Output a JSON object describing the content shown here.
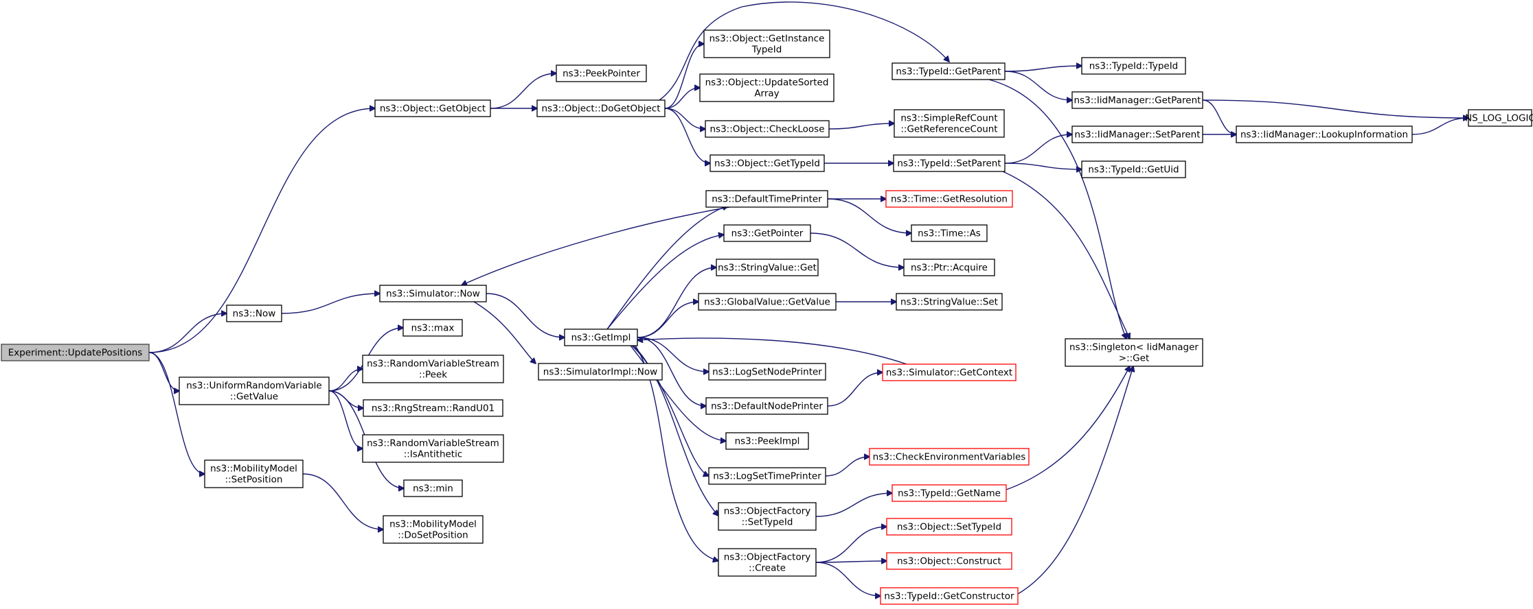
{
  "colors": {
    "edge": "#191970",
    "truncated_border": "#ff0000",
    "root_fill": "#bfbfbf",
    "normal_border": "#000000"
  },
  "nodes": {
    "root": {
      "lines": [
        "Experiment::UpdatePositions"
      ]
    },
    "getobject": {
      "lines": [
        "ns3::Object::GetObject"
      ]
    },
    "now": {
      "lines": [
        "ns3::Now"
      ]
    },
    "urv_getvalue": {
      "lines": [
        "ns3::UniformRandomVariable",
        "::GetValue"
      ]
    },
    "mm_setposition": {
      "lines": [
        "ns3::MobilityModel",
        "::SetPosition"
      ]
    },
    "peekpointer": {
      "lines": [
        "ns3::PeekPointer"
      ]
    },
    "dogetobject": {
      "lines": [
        "ns3::Object::DoGetObject"
      ]
    },
    "sim_now": {
      "lines": [
        "ns3::Simulator::Now"
      ]
    },
    "max": {
      "lines": [
        "ns3::max"
      ]
    },
    "rvs_peek": {
      "lines": [
        "ns3::RandomVariableStream",
        "::Peek"
      ]
    },
    "randu01": {
      "lines": [
        "ns3::RngStream::RandU01"
      ]
    },
    "rvs_isanti": {
      "lines": [
        "ns3::RandomVariableStream",
        "::IsAntithetic"
      ]
    },
    "min": {
      "lines": [
        "ns3::min"
      ]
    },
    "mm_dosetposition": {
      "lines": [
        "ns3::MobilityModel",
        "::DoSetPosition"
      ]
    },
    "getimpl": {
      "lines": [
        "ns3::GetImpl"
      ]
    },
    "simimpl_now": {
      "lines": [
        "ns3::SimulatorImpl::Now"
      ]
    },
    "getinstancetypeid": {
      "lines": [
        "ns3::Object::GetInstance",
        "TypeId"
      ]
    },
    "updatesorted": {
      "lines": [
        "ns3::Object::UpdateSorted",
        "Array"
      ]
    },
    "checkloose": {
      "lines": [
        "ns3::Object::CheckLoose"
      ]
    },
    "obj_gettypeid": {
      "lines": [
        "ns3::Object::GetTypeId"
      ]
    },
    "defaulttimeprinter": {
      "lines": [
        "ns3::DefaultTimePrinter"
      ]
    },
    "getpointer": {
      "lines": [
        "ns3::GetPointer"
      ]
    },
    "stringvalue_get": {
      "lines": [
        "ns3::StringValue::Get"
      ]
    },
    "globalvalue_getvalue": {
      "lines": [
        "ns3::GlobalValue::GetValue"
      ]
    },
    "logsetnodeprinter": {
      "lines": [
        "ns3::LogSetNodePrinter"
      ]
    },
    "defaultnodeprinter": {
      "lines": [
        "ns3::DefaultNodePrinter"
      ]
    },
    "peekimpl": {
      "lines": [
        "ns3::PeekImpl"
      ]
    },
    "logsettimeprinter": {
      "lines": [
        "ns3::LogSetTimePrinter"
      ]
    },
    "of_settypeid": {
      "lines": [
        "ns3::ObjectFactory",
        "::SetTypeId"
      ]
    },
    "of_create": {
      "lines": [
        "ns3::ObjectFactory",
        "::Create"
      ]
    },
    "typeid_getparent": {
      "lines": [
        "ns3::TypeId::GetParent"
      ]
    },
    "simplerefcount": {
      "lines": [
        "ns3::SimpleRefCount",
        "::GetReferenceCount"
      ]
    },
    "typeid_setparent": {
      "lines": [
        "ns3::TypeId::SetParent"
      ]
    },
    "time_getresolution": {
      "lines": [
        "ns3::Time::GetResolution"
      ]
    },
    "time_as": {
      "lines": [
        "ns3::Time::As"
      ]
    },
    "ptr_acquire": {
      "lines": [
        "ns3::Ptr::Acquire"
      ]
    },
    "stringvalue_set": {
      "lines": [
        "ns3::StringValue::Set"
      ]
    },
    "sim_getcontext": {
      "lines": [
        "ns3::Simulator::GetContext"
      ]
    },
    "checkenv": {
      "lines": [
        "ns3::CheckEnvironmentVariables"
      ]
    },
    "typeid_getname": {
      "lines": [
        "ns3::TypeId::GetName"
      ]
    },
    "obj_settypeid": {
      "lines": [
        "ns3::Object::SetTypeId"
      ]
    },
    "obj_construct": {
      "lines": [
        "ns3::Object::Construct"
      ]
    },
    "typeid_getconstructor": {
      "lines": [
        "ns3::TypeId::GetConstructor"
      ]
    },
    "typeid_typeid": {
      "lines": [
        "ns3::TypeId::TypeId"
      ]
    },
    "iid_getparent": {
      "lines": [
        "ns3::IidManager::GetParent"
      ]
    },
    "iid_setparent": {
      "lines": [
        "ns3::IidManager::SetParent"
      ]
    },
    "typeid_getuid": {
      "lines": [
        "ns3::TypeId::GetUid"
      ]
    },
    "singleton_get": {
      "lines": [
        "ns3::Singleton< IidManager",
        ">::Get"
      ]
    },
    "iid_lookup": {
      "lines": [
        "ns3::IidManager::LookupInformation"
      ]
    },
    "ns_log_logic": {
      "lines": [
        "NS_LOG_LOGIC"
      ]
    }
  },
  "edges": [
    [
      "root",
      "getobject"
    ],
    [
      "root",
      "now"
    ],
    [
      "root",
      "urv_getvalue"
    ],
    [
      "root",
      "mm_setposition"
    ],
    [
      "getobject",
      "peekpointer"
    ],
    [
      "getobject",
      "dogetobject"
    ],
    [
      "now",
      "sim_now"
    ],
    [
      "urv_getvalue",
      "max"
    ],
    [
      "urv_getvalue",
      "rvs_peek"
    ],
    [
      "urv_getvalue",
      "randu01"
    ],
    [
      "urv_getvalue",
      "rvs_isanti"
    ],
    [
      "urv_getvalue",
      "min"
    ],
    [
      "mm_setposition",
      "mm_dosetposition"
    ],
    [
      "dogetobject",
      "typeid_getparent"
    ],
    [
      "dogetobject",
      "getinstancetypeid"
    ],
    [
      "dogetobject",
      "updatesorted"
    ],
    [
      "dogetobject",
      "checkloose"
    ],
    [
      "dogetobject",
      "obj_gettypeid"
    ],
    [
      "sim_now",
      "getimpl"
    ],
    [
      "sim_now",
      "simimpl_now"
    ],
    [
      "getimpl",
      "defaulttimeprinter"
    ],
    [
      "getimpl",
      "getpointer"
    ],
    [
      "getimpl",
      "stringvalue_get"
    ],
    [
      "getimpl",
      "globalvalue_getvalue"
    ],
    [
      "getimpl",
      "logsetnodeprinter"
    ],
    [
      "getimpl",
      "defaultnodeprinter"
    ],
    [
      "getimpl",
      "peekimpl"
    ],
    [
      "getimpl",
      "logsettimeprinter"
    ],
    [
      "getimpl",
      "of_settypeid"
    ],
    [
      "getimpl",
      "of_create"
    ],
    [
      "defaulttimeprinter",
      "sim_now"
    ],
    [
      "defaulttimeprinter",
      "time_getresolution"
    ],
    [
      "defaulttimeprinter",
      "time_as"
    ],
    [
      "getpointer",
      "ptr_acquire"
    ],
    [
      "globalvalue_getvalue",
      "stringvalue_set"
    ],
    [
      "defaultnodeprinter",
      "sim_getcontext"
    ],
    [
      "sim_getcontext",
      "getimpl"
    ],
    [
      "logsettimeprinter",
      "checkenv"
    ],
    [
      "of_settypeid",
      "typeid_getname"
    ],
    [
      "of_create",
      "obj_settypeid"
    ],
    [
      "of_create",
      "obj_construct"
    ],
    [
      "of_create",
      "typeid_getconstructor"
    ],
    [
      "checkloose",
      "simplerefcount"
    ],
    [
      "obj_gettypeid",
      "typeid_setparent"
    ],
    [
      "typeid_getparent",
      "typeid_typeid"
    ],
    [
      "typeid_getparent",
      "iid_getparent"
    ],
    [
      "typeid_getparent",
      "singleton_get"
    ],
    [
      "typeid_setparent",
      "iid_setparent"
    ],
    [
      "typeid_setparent",
      "typeid_getuid"
    ],
    [
      "typeid_setparent",
      "singleton_get"
    ],
    [
      "iid_getparent",
      "iid_lookup"
    ],
    [
      "iid_getparent",
      "ns_log_logic"
    ],
    [
      "iid_setparent",
      "iid_lookup"
    ],
    [
      "iid_lookup",
      "ns_log_logic"
    ],
    [
      "typeid_getname",
      "singleton_get"
    ],
    [
      "typeid_getconstructor",
      "singleton_get"
    ]
  ]
}
